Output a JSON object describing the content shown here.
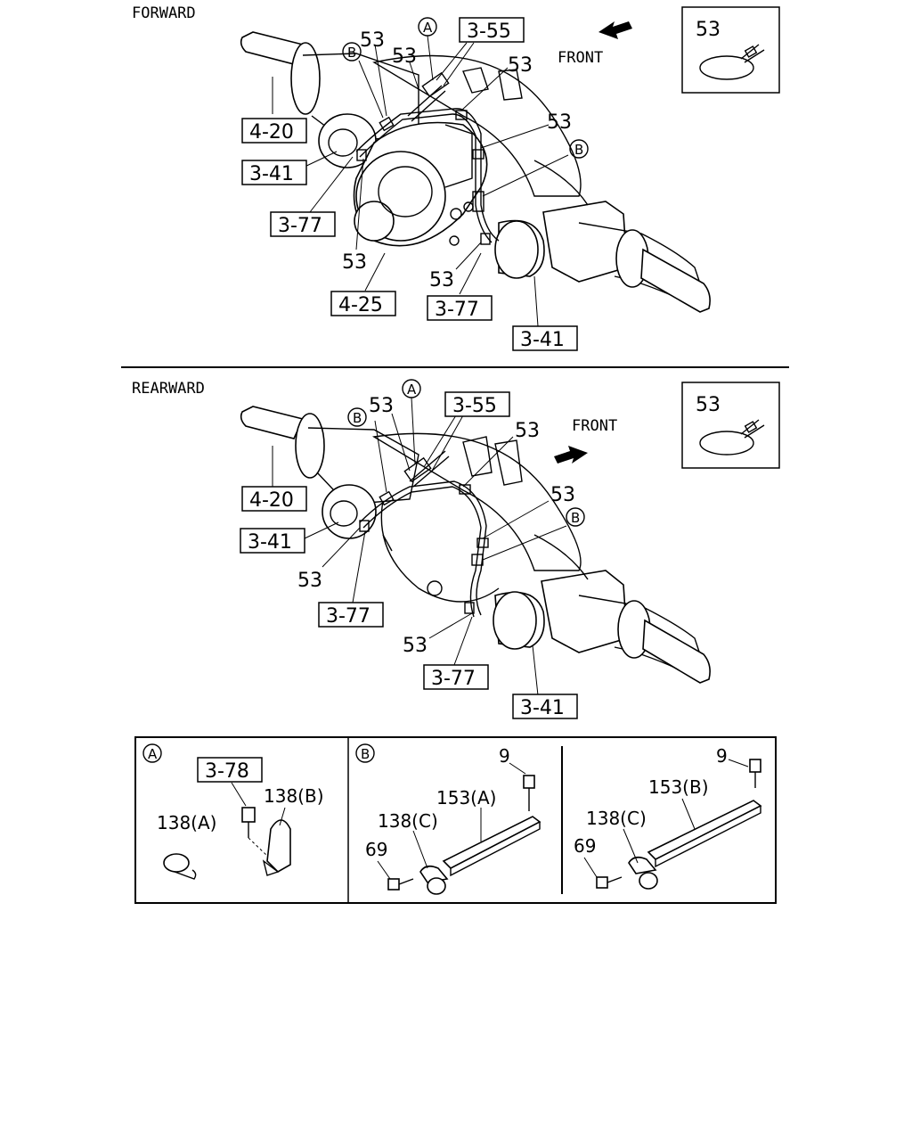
{
  "sections": {
    "forward_label": "FORWARD",
    "rearward_label": "REARWARD"
  },
  "front_label": "FRONT",
  "refs": {
    "r_3_55": "3-55",
    "r_4_20": "4-20",
    "r_3_41": "3-41",
    "r_3_77": "3-77",
    "r_4_25": "4-25",
    "r_3_78": "3-78"
  },
  "parts": {
    "p53": "53",
    "p9": "9",
    "p69": "69",
    "p138a": "138(A)",
    "p138b": "138(B)",
    "p138c": "138(C)",
    "p153a": "153(A)",
    "p153b": "153(B)"
  },
  "markers": {
    "a": "A",
    "b": "B"
  }
}
